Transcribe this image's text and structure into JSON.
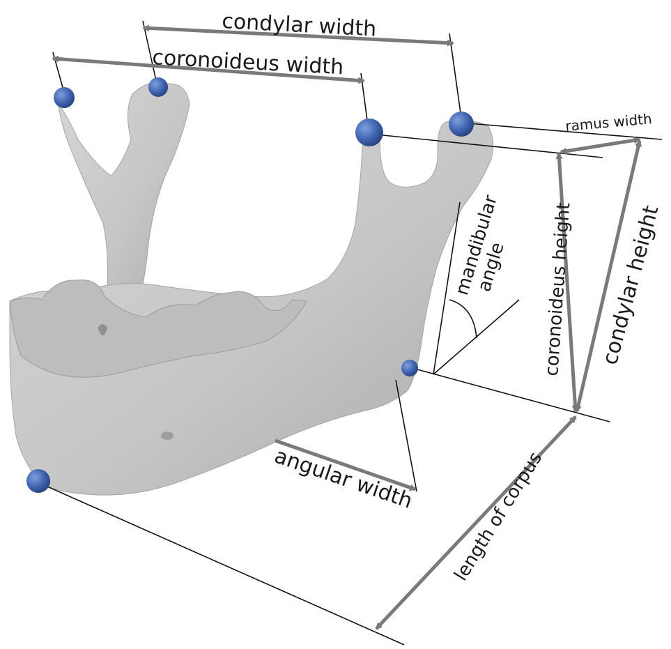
{
  "labels": {
    "condylar_width": "condylar width",
    "coronoideus_width": "coronoideus width",
    "ramus_width": "ramus width",
    "mandibular_angle_line1": "mandibular",
    "mandibular_angle_line2": "angle",
    "coronoideus_height": "coronoideus height",
    "condylar_height": "condylar height",
    "angular_width": "angular width",
    "length_of_corpus": "length of corpus"
  },
  "colors": {
    "bone": "#c9c9c9",
    "bone_shadow": "#a9a9a9",
    "landmark": "#3f63b0",
    "arrow": "#7a7a7a",
    "line": "#111111",
    "text": "#1a1a1a"
  },
  "landmarks": [
    "coronoid-process-left",
    "condyle-left",
    "coronoid-process-right",
    "condyle-right",
    "gonion",
    "gnathion"
  ]
}
